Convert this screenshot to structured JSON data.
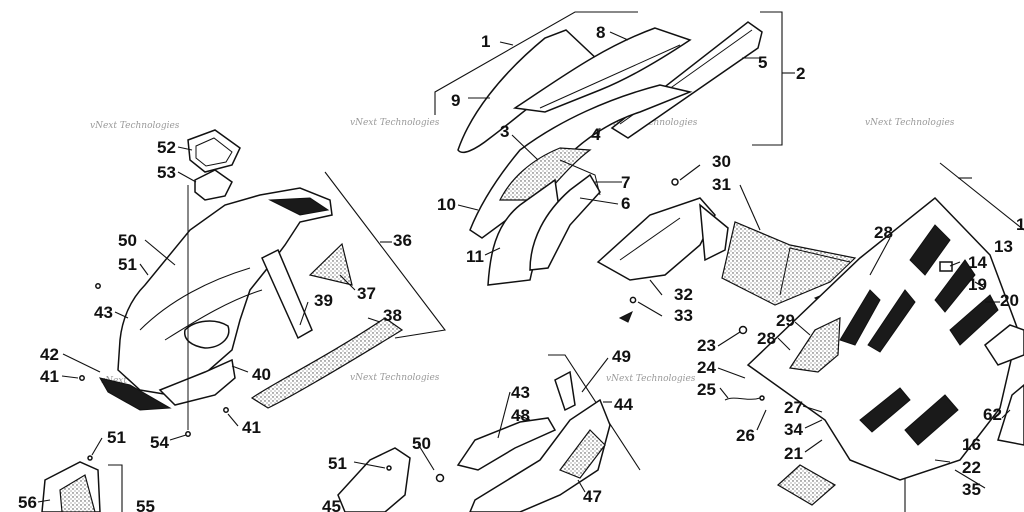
{
  "watermark": "vNext Technologies",
  "callouts": [
    {
      "id": "c1",
      "label": "1"
    },
    {
      "id": "c2",
      "label": "2"
    },
    {
      "id": "c3",
      "label": "3"
    },
    {
      "id": "c4",
      "label": "4"
    },
    {
      "id": "c5",
      "label": "5"
    },
    {
      "id": "c6",
      "label": "6"
    },
    {
      "id": "c7",
      "label": "7"
    },
    {
      "id": "c8",
      "label": "8"
    },
    {
      "id": "c9",
      "label": "9"
    },
    {
      "id": "c10",
      "label": "10"
    },
    {
      "id": "c11",
      "label": "11"
    },
    {
      "id": "c12",
      "label": "1"
    },
    {
      "id": "c13",
      "label": "13"
    },
    {
      "id": "c14",
      "label": "14"
    },
    {
      "id": "c16",
      "label": "16"
    },
    {
      "id": "c19",
      "label": "19"
    },
    {
      "id": "c20",
      "label": "20"
    },
    {
      "id": "c21",
      "label": "21"
    },
    {
      "id": "c22",
      "label": "22"
    },
    {
      "id": "c23",
      "label": "23"
    },
    {
      "id": "c24",
      "label": "24"
    },
    {
      "id": "c25",
      "label": "25"
    },
    {
      "id": "c26",
      "label": "26"
    },
    {
      "id": "c27",
      "label": "27"
    },
    {
      "id": "c28a",
      "label": "28"
    },
    {
      "id": "c28b",
      "label": "28"
    },
    {
      "id": "c29",
      "label": "29"
    },
    {
      "id": "c30",
      "label": "30"
    },
    {
      "id": "c31",
      "label": "31"
    },
    {
      "id": "c32",
      "label": "32"
    },
    {
      "id": "c33",
      "label": "33"
    },
    {
      "id": "c34",
      "label": "34"
    },
    {
      "id": "c35",
      "label": "35"
    },
    {
      "id": "c36",
      "label": "36"
    },
    {
      "id": "c37",
      "label": "37"
    },
    {
      "id": "c38",
      "label": "38"
    },
    {
      "id": "c39",
      "label": "39"
    },
    {
      "id": "c40",
      "label": "40"
    },
    {
      "id": "c41a",
      "label": "41"
    },
    {
      "id": "c41b",
      "label": "41"
    },
    {
      "id": "c42",
      "label": "42"
    },
    {
      "id": "c43a",
      "label": "43"
    },
    {
      "id": "c43b",
      "label": "43"
    },
    {
      "id": "c44",
      "label": "44"
    },
    {
      "id": "c45",
      "label": "45"
    },
    {
      "id": "c47",
      "label": "47"
    },
    {
      "id": "c48",
      "label": "48"
    },
    {
      "id": "c49",
      "label": "49"
    },
    {
      "id": "c50a",
      "label": "50"
    },
    {
      "id": "c50b",
      "label": "50"
    },
    {
      "id": "c51a",
      "label": "51"
    },
    {
      "id": "c51b",
      "label": "51"
    },
    {
      "id": "c51c",
      "label": "51"
    },
    {
      "id": "c52",
      "label": "52"
    },
    {
      "id": "c53",
      "label": "53"
    },
    {
      "id": "c54",
      "label": "54"
    },
    {
      "id": "c55",
      "label": "55"
    },
    {
      "id": "c56",
      "label": "56"
    },
    {
      "id": "c62",
      "label": "62"
    }
  ]
}
